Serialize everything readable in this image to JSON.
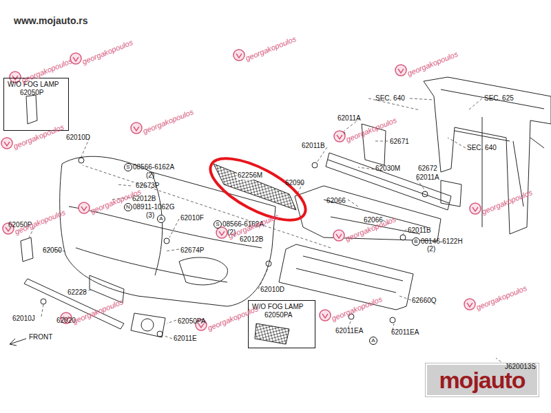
{
  "diagram": {
    "nodes": [
      {
        "text": [
          "W/O FOG LAMP",
          "62050P"
        ]
      },
      {
        "text": [
          "62256M"
        ]
      },
      {
        "text": [
          "W/O FOG LAMP",
          "62050PA"
        ]
      },
      {
        "text": [
          "mojauto"
        ]
      }
    ],
    "labels": [
      "www.mojauto.rs",
      "SEC. 640",
      "SEC. 625",
      "62011A",
      "62011B",
      "62671",
      "SEC. 640",
      "62030M",
      "62672",
      "62011A",
      "62066",
      "62066",
      "62011B",
      "B",
      "08146-6122H",
      "(2)",
      "62660Q",
      "62011EA",
      "A",
      "62011EA",
      "J620013S",
      "62090",
      "62010D",
      "S",
      "08566-6162A",
      "(2)",
      "62673P",
      "62012B",
      "N",
      "08911-1062G",
      "(3)",
      "A",
      "62010F",
      "S",
      "08566-6162A",
      "(2)",
      "62012B",
      "62674P",
      "62050P",
      "62050",
      "62228",
      "62010D",
      "62010J",
      "62020",
      "62050PA",
      "62011E",
      "FRONT",
      "georgakopoulos",
      "georgakopoulos",
      "georgakopoulos",
      "georgakopoulos",
      "georgakopoulos",
      "georgakopoulos",
      "georgakopoulos",
      "georgakopoulos",
      "georgakopoulos",
      "georgakopoulos",
      "georgakopoulos",
      "georgakopoulos",
      "georgakopoulos",
      "georgakopoulos",
      "georgakopoulos",
      "georgakopoulos"
    ]
  }
}
